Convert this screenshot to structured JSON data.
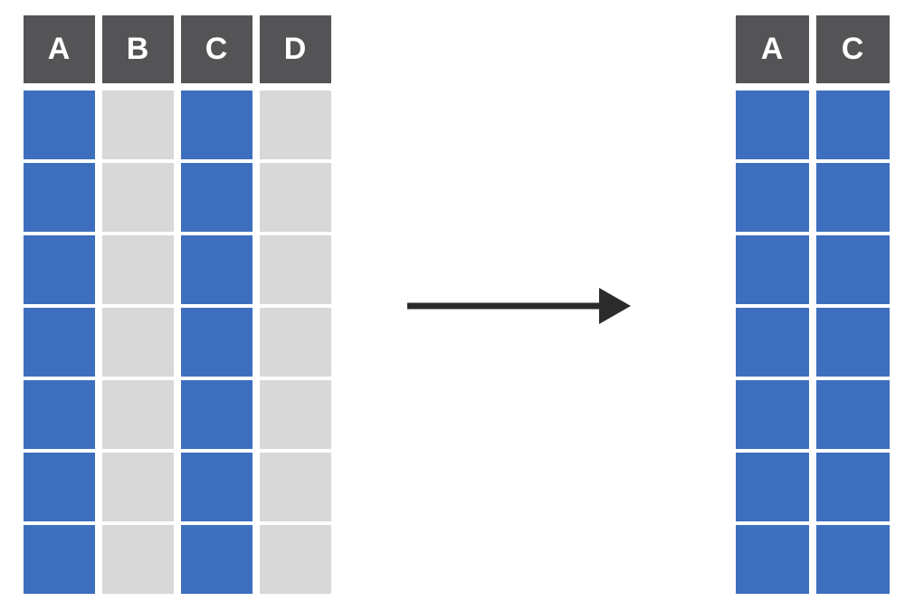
{
  "colors": {
    "background": "#ffffff",
    "header_bg": "#545456",
    "header_text": "#ffffff",
    "selected_cell": "#3E6FBF",
    "unselected_cell": "#D8D8D8",
    "arrow": "#2B2B2B"
  },
  "source_table": {
    "columns": [
      {
        "label": "A",
        "selected": true
      },
      {
        "label": "B",
        "selected": false
      },
      {
        "label": "C",
        "selected": true
      },
      {
        "label": "D",
        "selected": false
      }
    ],
    "row_count": 7
  },
  "arrow": {
    "icon": "right-arrow",
    "direction": "right"
  },
  "result_table": {
    "columns": [
      {
        "label": "A",
        "selected": true
      },
      {
        "label": "C",
        "selected": true
      }
    ],
    "row_count": 7
  }
}
